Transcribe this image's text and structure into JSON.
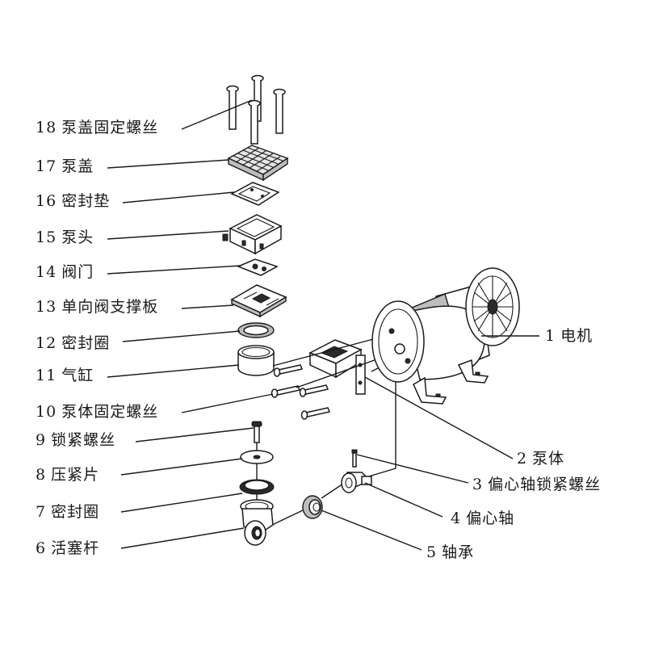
{
  "diagram": {
    "labels": [
      {
        "num": "18",
        "text": "泵盖固定螺丝"
      },
      {
        "num": "17",
        "text": "泵盖"
      },
      {
        "num": "16",
        "text": "密封垫"
      },
      {
        "num": "15",
        "text": "泵头"
      },
      {
        "num": "14",
        "text": "阀门"
      },
      {
        "num": "13",
        "text": "单向阀支撑板"
      },
      {
        "num": "12",
        "text": "密封圈"
      },
      {
        "num": "11",
        "text": "气缸"
      },
      {
        "num": "10",
        "text": "泵体固定螺丝"
      },
      {
        "num": "9",
        "text": "锁紧螺丝"
      },
      {
        "num": "8",
        "text": "压紧片"
      },
      {
        "num": "7",
        "text": "密封圈"
      },
      {
        "num": "6",
        "text": "活塞杆"
      },
      {
        "num": "1",
        "text": "电机"
      },
      {
        "num": "2",
        "text": "泵体"
      },
      {
        "num": "3",
        "text": "偏心轴锁紧螺丝"
      },
      {
        "num": "4",
        "text": "偏心轴"
      },
      {
        "num": "5",
        "text": "轴承"
      }
    ]
  }
}
